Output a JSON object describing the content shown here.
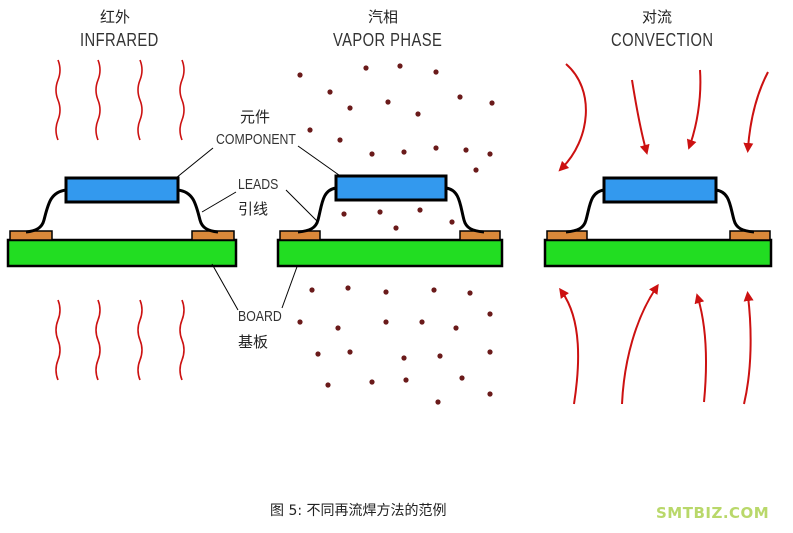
{
  "sections": {
    "infrared": {
      "cn": "红外",
      "en": "INFRARED"
    },
    "vapor": {
      "cn": "汽相",
      "en": "VAPOR PHASE"
    },
    "convection": {
      "cn": "对流",
      "en": "CONVECTION"
    }
  },
  "labels": {
    "component": {
      "cn": "元件",
      "en": "COMPONENT"
    },
    "leads": {
      "cn": "引线",
      "en": "LEADS"
    },
    "board": {
      "cn": "基板",
      "en": "BOARD"
    }
  },
  "caption": "图 5: 不同再流焊方法的范例",
  "brand": "SMTBIZ.COM",
  "colors": {
    "board": "#22dd22",
    "component": "#3399ee",
    "pad": "#d9883a",
    "arrow": "#cc1111",
    "particle": "#6a1a1a",
    "outline": "#000000"
  }
}
